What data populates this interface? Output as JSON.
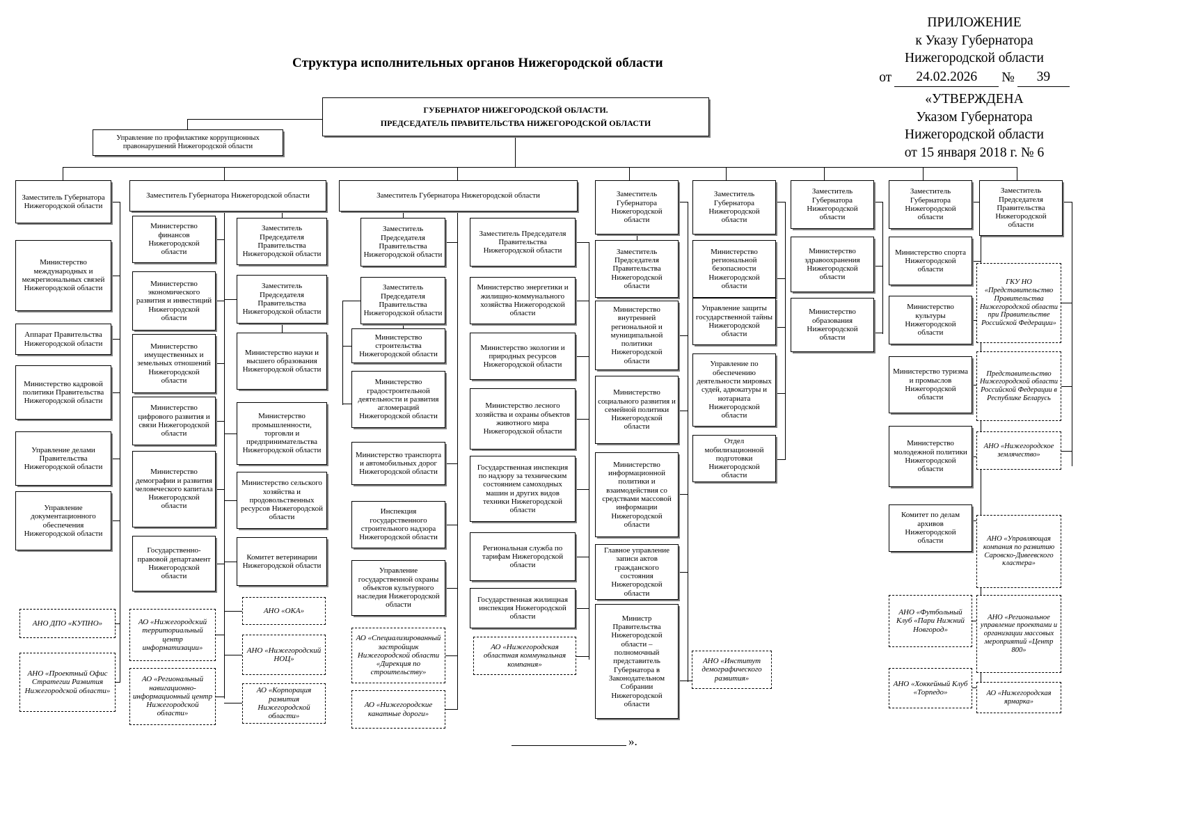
{
  "document": {
    "title": "Структура исполнительных органов Нижегородской области",
    "header": {
      "line1": "ПРИЛОЖЕНИЕ",
      "line2": "к Указу Губернатора",
      "line3": "Нижегородской области",
      "ot_label": "от",
      "date_value": "24.02.2026",
      "no_label": "№",
      "no_value": "39",
      "approved1": "«УТВЕРЖДЕНА",
      "approved2": "Указом Губернатора",
      "approved3": "Нижегородской области",
      "approved4": "от 15 января 2018 г. № 6"
    },
    "footer_mark": "»."
  },
  "top": {
    "governor_line1": "ГУБЕРНАТОР НИЖЕГОРОДСКОЙ ОБЛАСТИ.",
    "governor_line2": "ПРЕДСЕДАТЕЛЬ ПРАВИТЕЛЬСТВА НИЖЕГОРОДСКОЙ ОБЛАСТИ",
    "anticorruption": "Управление по профилактике коррупционных правонарушений Нижегородской области"
  },
  "columns": {
    "c1": {
      "head": "Заместитель Губернатора Нижегородской области",
      "b1": "Министерство международных и межрегиональных связей Нижегородской области",
      "b2": "Аппарат Правительства Нижегородской области",
      "b3": "Министерство кадровой политики Правительства Нижегородской области",
      "b4": "Управление делами Правительства Нижегородской области",
      "b5": "Управление документационного обеспечения Нижегородской области",
      "d1": "АНО ДПО «КУПНО»",
      "d2": "АНО «Проектный Офис Стратегии Развития Нижегородской области»"
    },
    "c2": {
      "head": "Заместитель Губернатора Нижегородской области",
      "b1": "Министерство финансов Нижегородской области",
      "b2": "Министерство экономического развития и инвестиций Нижегородской области",
      "b3": "Министерство имущественных и земельных отношений Нижегородской области",
      "b4": "Министерство цифрового развития и связи Нижегородской области",
      "b5": "Министерство демографии и развития человеческого капитала Нижегородской области",
      "b6": "Государственно-правовой департамент Нижегородской области",
      "d1": "АО «Нижегородский территориальный центр информатизации»",
      "d2": "АО «Региональный навигационно-информационный центр Нижегородской области»"
    },
    "c3": {
      "b1": "Заместитель Председателя Правительства Нижегородской области",
      "b2": "Заместитель Председателя Правительства Нижегородской области",
      "b3": "Министерство науки и высшего образования Нижегородской области",
      "b4": "Министерство промышленности, торговли и предпринимательства Нижегородской области",
      "b5": "Министерство сельского хозяйства и продовольственных ресурсов Нижегородской области",
      "b6": "Комитет ветеринарии Нижегородской области",
      "d1": "АНО «ОКА»",
      "d2": "АНО «Нижегородский НОЦ»",
      "d3": "АО «Корпорация развития Нижегородской области»"
    },
    "c4": {
      "head": "Заместитель Губернатора Нижегородской области",
      "b1": "Заместитель Председателя Правительства Нижегородской области",
      "b2": "Заместитель Председателя Правительства Нижегородской области",
      "b3": "Министерство строительства Нижегородской области",
      "b4": "Министерство градостроительной деятельности и развития агломераций Нижегородской области",
      "b5": "Министерство транспорта и автомобильных дорог Нижегородской области",
      "b6": "Инспекция государственного строительного надзора Нижегородской области",
      "b7": "Управление государственной охраны объектов культурного наследия Нижегородской области",
      "d1": "АО «Специализированный застройщик Нижегородской области «Дирекция по строительству»",
      "d2": "АО «Нижегородские канатные дороги»"
    },
    "c5": {
      "b1": "Заместитель Председателя Правительства Нижегородской области",
      "b2": "Министерство энергетики и жилищно-коммунального хозяйства Нижегородской области",
      "b3": "Министерство экологии и природных ресурсов Нижегородской области",
      "b4": "Министерство лесного хозяйства и охраны объектов животного мира Нижегородской области",
      "b5": "Государственная инспекция по надзору за техническим состоянием самоходных машин и других видов техники Нижегородской области",
      "b6": "Региональная служба по тарифам Нижегородской области",
      "b7": "Государственная жилищная инспекция Нижегородской области",
      "d1": "АО «Нижегородская областная коммунальная компания»"
    },
    "c6": {
      "head": "Заместитель Губернатора Нижегородской области",
      "b1": "Заместитель Председателя Правительства Нижегородской области",
      "b2": "Министерство внутренней региональной и муниципальной политики Нижегородской области",
      "b3": "Министерство социального развития и семейной политики Нижегородской области",
      "b4": "Министерство информационной политики и взаимодействия со средствами массовой информации Нижегородской области",
      "b5": "Главное управление записи актов гражданского состояния Нижегородской области",
      "b6": "Министр Правительства Нижегородской области – полномочный представитель Губернатора в Законодательном Собрании Нижегородской области",
      "d1": "АНО «Институт демографического развития»"
    },
    "c7": {
      "head": "Заместитель Губернатора Нижегородской области",
      "b1": "Министерство региональной безопасности Нижегородской области",
      "b2": "Управление защиты государственной тайны Нижегородской области",
      "b3": "Управление по обеспечению деятельности мировых судей, адвокатуры и нотариата Нижегородской области",
      "b4": "Отдел мобилизационной подготовки Нижегородской области"
    },
    "c8": {
      "head": "Заместитель Губернатора Нижегородской области",
      "b1": "Министерство здравоохранения Нижегородской области",
      "b2": "Министерство образования Нижегородской области"
    },
    "c9": {
      "head": "Заместитель Губернатора Нижегородской области",
      "b1": "Министерство спорта Нижегородской области",
      "b2": "Министерство культуры Нижегородской области",
      "b3": "Министерство туризма и промыслов Нижегородской области",
      "b4": "Министерство молодежной политики Нижегородской области",
      "b5": "Комитет по делам архивов Нижегородской области",
      "d1": "АНО «Футбольный Клуб «Пари Нижний Новгород»",
      "d2": "АНО «Хоккейный Клуб «Торпедо»"
    },
    "c10": {
      "head": "Заместитель Председателя Правительства Нижегородской области",
      "d1": "ГКУ НО «Представительство Правительства Нижегородской области при Правительстве Российской Федерации»",
      "d2": "Представительство Нижегородской области Российской Федерации в Республике Беларусь",
      "d3": "АНО «Нижегородское землячество»",
      "d4": "АНО «Управляющая компания по развитию Саровско-Дивеевского кластера»",
      "d5": "АНО «Региональное управление проектами и организации массовых мероприятий «Центр 800»",
      "d6": "АО «Нижегородская ярмарка»"
    }
  }
}
